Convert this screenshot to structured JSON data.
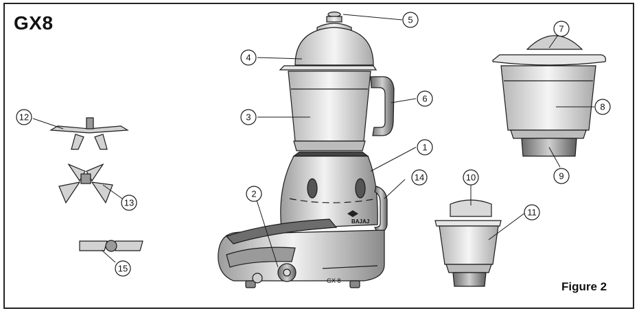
{
  "title": "GX8",
  "figure_label": "Figure 2",
  "brand_text": "BAJAJ",
  "model_badge": "GX 8",
  "callouts": [
    {
      "id": "1",
      "label": "1"
    },
    {
      "id": "2",
      "label": "2"
    },
    {
      "id": "3",
      "label": "3"
    },
    {
      "id": "4",
      "label": "4"
    },
    {
      "id": "5",
      "label": "5"
    },
    {
      "id": "6",
      "label": "6"
    },
    {
      "id": "7",
      "label": "7"
    },
    {
      "id": "8",
      "label": "8"
    },
    {
      "id": "9",
      "label": "9"
    },
    {
      "id": "10",
      "label": "10"
    },
    {
      "id": "11",
      "label": "11"
    },
    {
      "id": "12",
      "label": "12"
    },
    {
      "id": "13",
      "label": "13"
    },
    {
      "id": "14",
      "label": "14"
    },
    {
      "id": "15",
      "label": "15"
    }
  ],
  "colors": {
    "line": "#1a1a1a",
    "light": "#e2e2e2",
    "mid": "#bdbdbd",
    "dark": "#555555"
  }
}
